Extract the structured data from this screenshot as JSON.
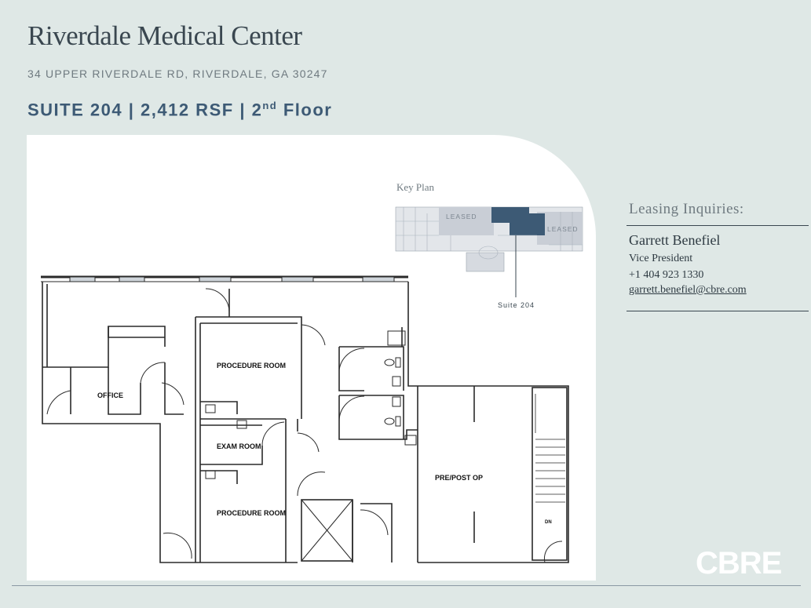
{
  "header": {
    "title": "Riverdale Medical Center",
    "address": "34 UPPER RIVERDALE RD, RIVERDALE, GA 30247",
    "suite_label": "SUITE 204",
    "separator": "|",
    "area": "2,412 RSF",
    "floor_number": "2",
    "floor_suffix": "nd",
    "floor_word": "Floor"
  },
  "key_plan": {
    "title": "Key Plan",
    "leased_left": "LEASED",
    "leased_right": "LEASED",
    "suite_callout": "Suite 204",
    "highlight_color": "#3d5a75"
  },
  "floor_plan": {
    "rooms": {
      "office": "OFFICE",
      "procedure_room_top": "PROCEDURE ROOM",
      "exam_room": "EXAM ROOM",
      "procedure_room_bottom": "PROCEDURE ROOM",
      "pre_post_op": "PRE/POST OP",
      "stair_down": "DN"
    }
  },
  "contact": {
    "heading": "Leasing Inquiries:",
    "name": "Garrett  Benefiel",
    "role": "Vice President",
    "phone": "+1 404 923 1330",
    "email": "garrett.benefiel@cbre.com"
  },
  "brand": {
    "logo_text": "CBRE",
    "color": "#ffffff"
  },
  "colors": {
    "background": "#dfe8e6",
    "accent": "#3d5a75",
    "text": "#3a4750"
  }
}
